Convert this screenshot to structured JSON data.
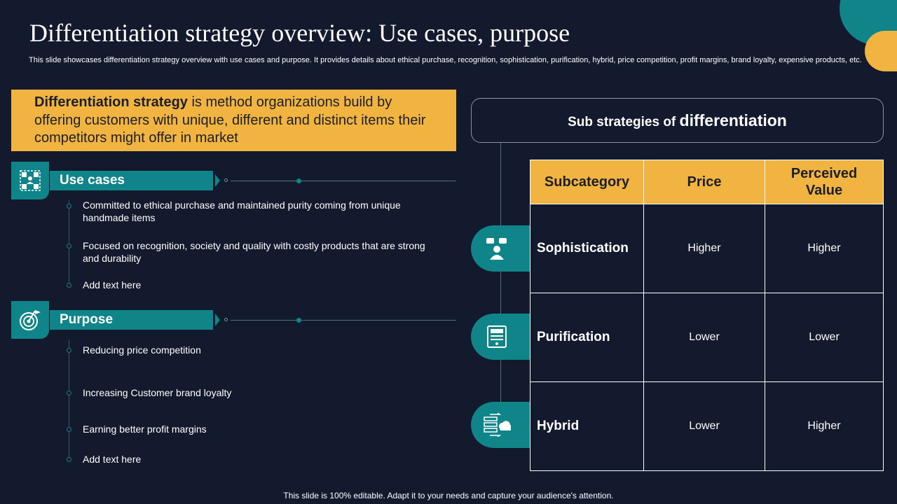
{
  "title": "Differentiation strategy overview: Use cases, purpose",
  "subtitle": "This slide showcases differentiation strategy overview with use cases and purpose. It provides details about ethical purchase, recognition, sophistication, purification, hybrid, price competition, profit margins, brand loyalty, expensive products, etc.",
  "definition": {
    "term": "Differentiation strategy",
    "text": " is method organizations build by offering customers with unique, different and distinct items their competitors might offer in market"
  },
  "use_cases": {
    "heading": "Use cases",
    "icon": "network-people-icon",
    "items": [
      "Committed to ethical purchase and maintained purity coming from unique handmade items",
      "Focused on recognition, society and quality with costly products that are strong and durability",
      "Add text here"
    ]
  },
  "purpose": {
    "heading": "Purpose",
    "icon": "target-flag-icon",
    "items": [
      "Reducing price competition",
      "Increasing Customer brand loyalty",
      "Earning better profit margins",
      "Add text here"
    ]
  },
  "sub_strategies": {
    "heading_prefix": "Sub strategies of ",
    "heading_emphasis": "differentiation",
    "columns": [
      "Subcategory",
      "Price",
      "Perceived Value"
    ],
    "rows": [
      {
        "label": "Sophistication",
        "price": "Higher",
        "value": "Higher",
        "icon": "person-chat-icon"
      },
      {
        "label": "Purification",
        "price": "Lower",
        "value": "Lower",
        "icon": "filter-device-icon"
      },
      {
        "label": "Hybrid",
        "price": "Lower",
        "value": "Higher",
        "icon": "server-cloud-icon"
      }
    ]
  },
  "footer": "This slide is 100% editable. Adapt it to your needs and capture your audience's attention.",
  "colors": {
    "background": "#141a2e",
    "teal": "#0f8489",
    "gold": "#f2b441"
  }
}
